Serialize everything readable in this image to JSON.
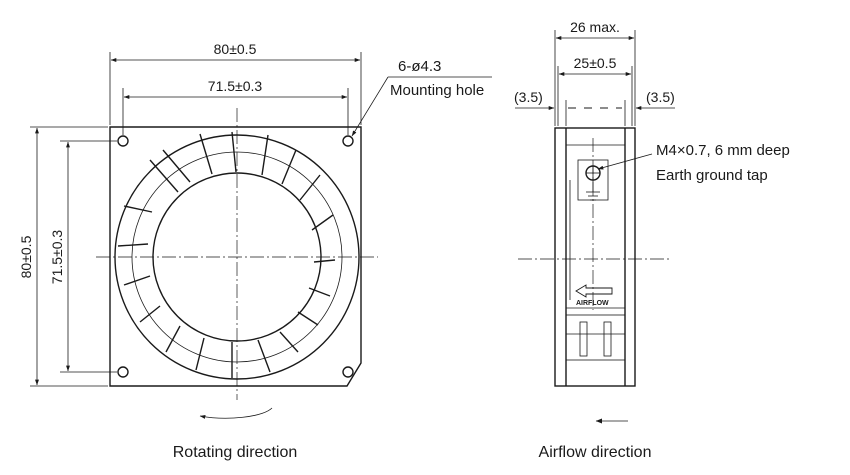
{
  "front_view": {
    "overall_width": "80±0.5",
    "hole_pitch_width": "71.5±0.3",
    "overall_height": "80±0.5",
    "hole_pitch_height": "71.5±0.3",
    "mounting_hole_spec": "6-ø4.3",
    "mounting_hole_label": "Mounting hole",
    "rotation_caption": "Rotating direction"
  },
  "side_view": {
    "max_depth": "26 max.",
    "depth": "25±0.5",
    "left_offset": "(3.5)",
    "right_offset": "(3.5)",
    "tap_spec": "M4×0.7, 6 mm deep",
    "tap_label": "Earth ground tap",
    "airflow_marking": "AIRFLOW",
    "airflow_caption": "Airflow direction"
  }
}
